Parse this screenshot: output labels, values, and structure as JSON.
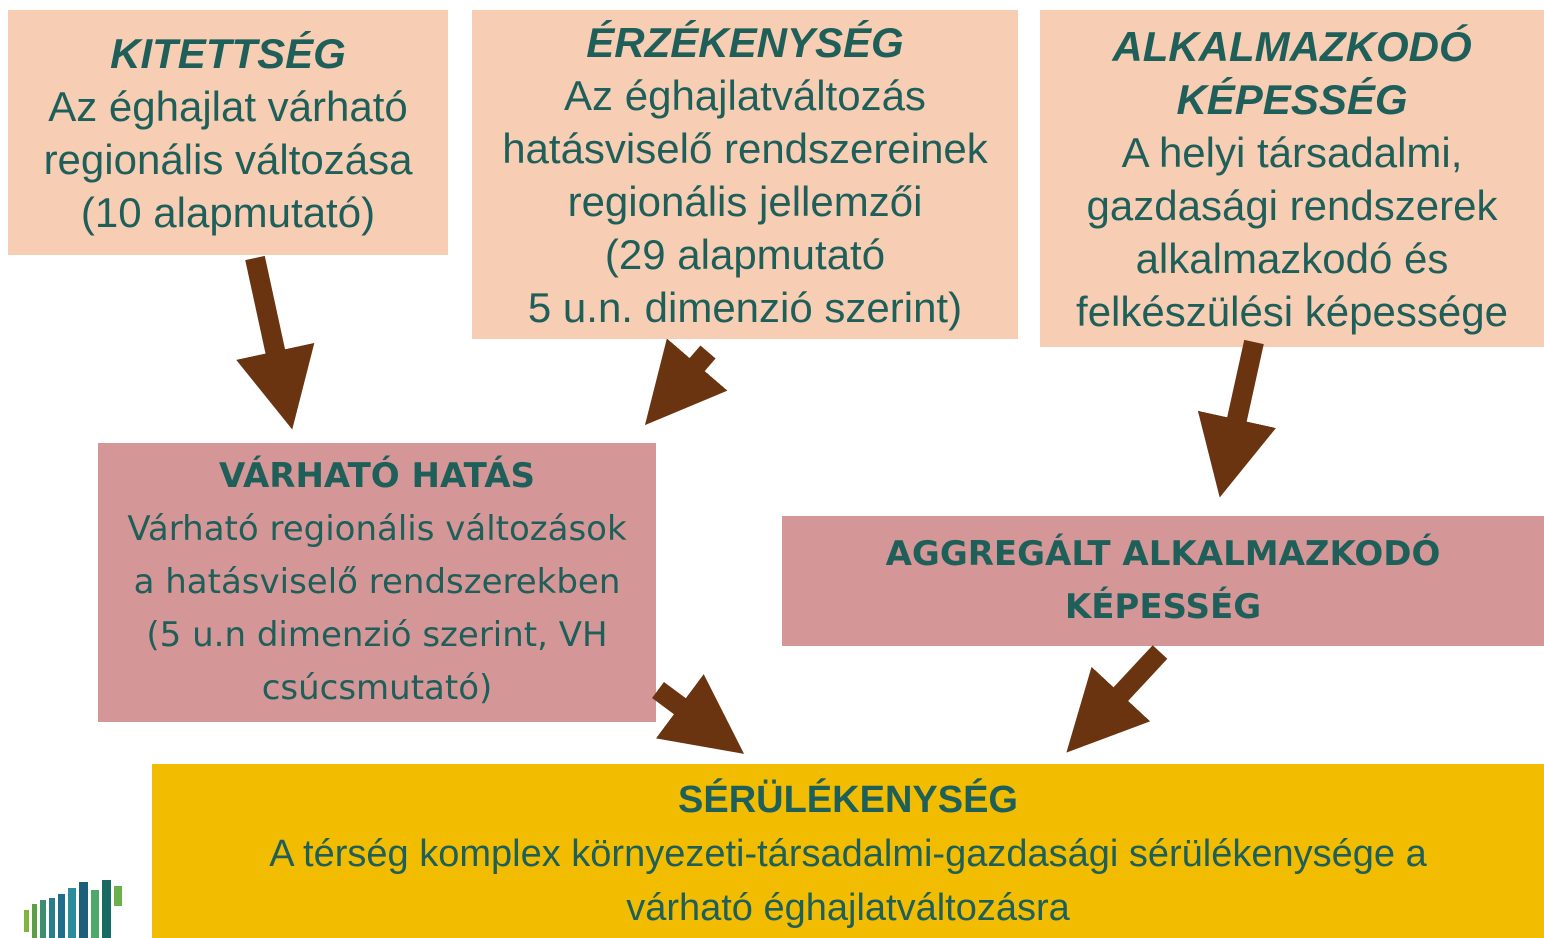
{
  "boxes": {
    "kitettseg": {
      "title": "KITETTSÉG",
      "lines": [
        "Az éghajlat várható",
        "regionális változása",
        "(10 alapmutató)"
      ]
    },
    "erzekenyseg": {
      "title": "ÉRZÉKENYSÉG",
      "lines": [
        "Az éghajlatváltozás",
        "hatásviselő rendszereinek",
        "regionális jellemzői",
        "(29 alapmutató",
        "5  u.n. dimenzió szerint)"
      ]
    },
    "alkalmazkodo": {
      "title_1": "ALKALMAZKODÓ",
      "title_2": "KÉPESSÉG",
      "lines": [
        "A helyi társadalmi,",
        "gazdasági rendszerek",
        "alkalmazkodó és",
        "felkészülési képessége"
      ]
    },
    "varhato_hatas": {
      "title": "VÁRHATÓ HATÁS",
      "lines": [
        "Várható regionális változások",
        "a hatásviselő rendszerekben",
        "(5 u.n dimenzió szerint, VH",
        "csúcsmutató)"
      ]
    },
    "aggregalt": {
      "title_1": "AGGREGÁLT ALKALMAZKODÓ",
      "title_2": "KÉPESSÉG"
    },
    "serulekenyseg": {
      "title": "SÉRÜLÉKENYSÉG",
      "lines": [
        "A térség komplex környezeti-társadalmi-gazdasági sérülékenysége a",
        "várható éghajlatváltozásra"
      ]
    }
  },
  "colors": {
    "text": "#1f5f5a",
    "peach": "#f7cdb3",
    "rose": "#d49696",
    "gold": "#f2bd00",
    "arrow": "#6b3410"
  },
  "logo_icon": "bar-logo-icon"
}
